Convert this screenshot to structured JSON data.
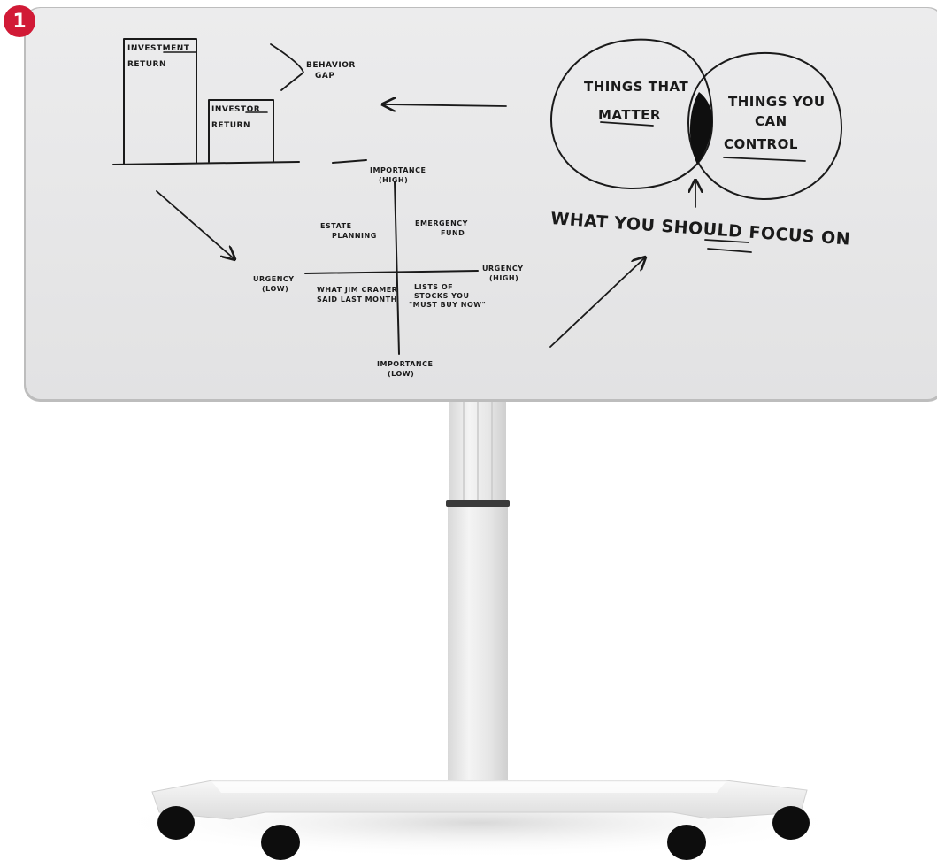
{
  "colors": {
    "badge": "#d11a36",
    "board": "#e9e9ea",
    "ink": "#1a1a1a"
  },
  "badge": {
    "label": "1"
  },
  "bar_chart": {
    "investment_return": [
      "INVESTMENT",
      "RETURN"
    ],
    "investor_return": [
      "INVESTOR",
      "RETURN"
    ],
    "gap_label": [
      "BEHAVIOR",
      "GAP"
    ]
  },
  "venn": {
    "left": [
      "THINGS THAT",
      "MATTER"
    ],
    "right": [
      "THINGS YOU",
      "CAN",
      "CONTROL"
    ],
    "focus_caption": "WHAT YOU SHOULD FOCUS ON"
  },
  "matrix": {
    "top": [
      "IMPORTANCE",
      "(HIGH)"
    ],
    "bottom": [
      "IMPORTANCE",
      "(LOW)"
    ],
    "left": [
      "URGENCY",
      "(LOW)"
    ],
    "right": [
      "URGENCY",
      "(HIGH)"
    ],
    "top_left": [
      "ESTATE",
      "PLANNING"
    ],
    "top_right": [
      "EMERGENCY",
      "FUND"
    ],
    "bottom_left": [
      "WHAT JIM CRAMER",
      "SAID LAST MONTH"
    ],
    "bottom_right": [
      "LISTS OF",
      "STOCKS YOU",
      "\"MUST BUY NOW\""
    ]
  }
}
